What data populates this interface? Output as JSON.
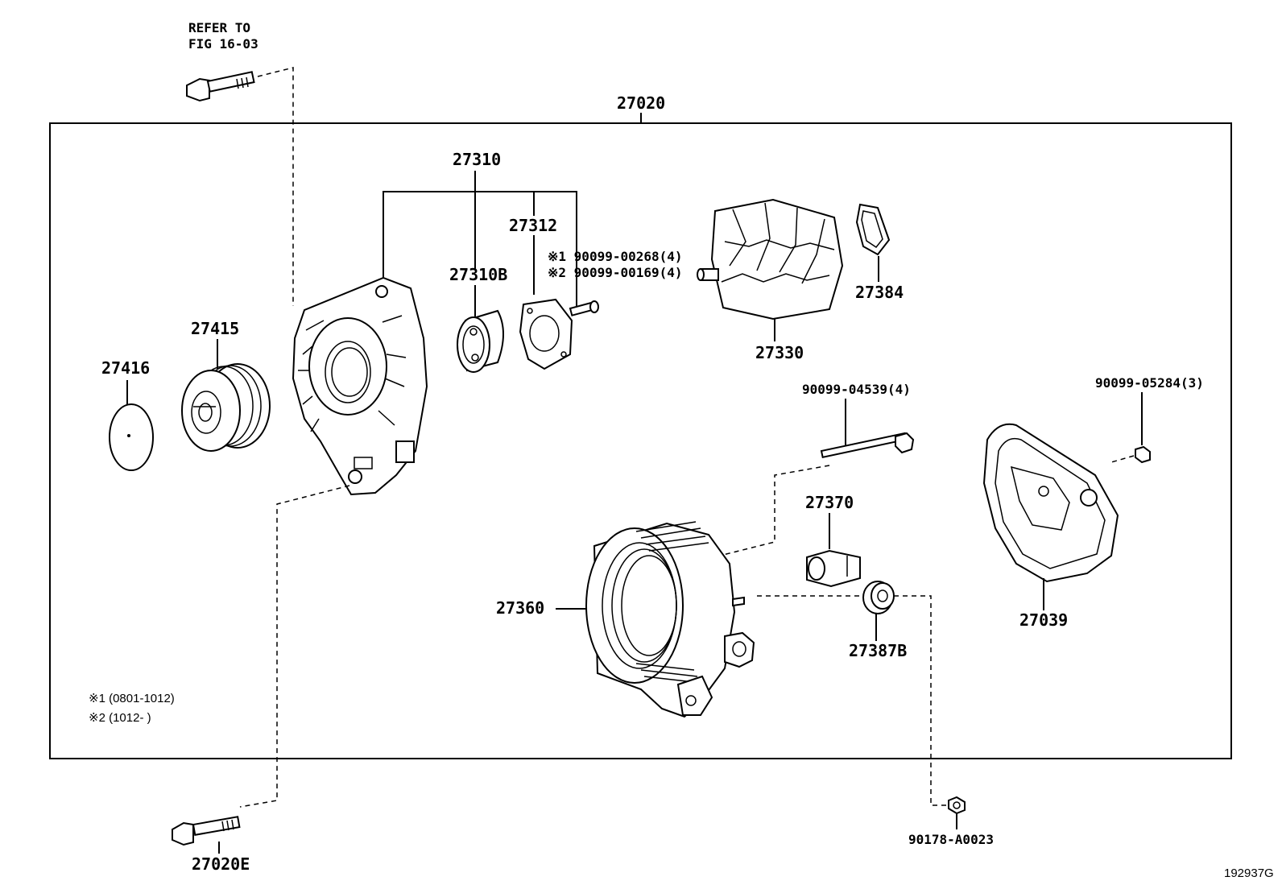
{
  "diagram": {
    "reference_note": [
      "REFER TO",
      "FIG 16-03"
    ],
    "assembly_number": "27020",
    "figure_id": "192937G",
    "parts": {
      "p27310": "27310",
      "p27312": "27312",
      "p27310B": "27310B",
      "p27330": "27330",
      "p27384": "27384",
      "p27415": "27415",
      "p27416": "27416",
      "p27370": "27370",
      "p27360": "27360",
      "p27387B": "27387B",
      "p27039": "27039",
      "p27020E": "27020E",
      "p90099_04539": "90099-04539(4)",
      "p90099_05284": "90099-05284(3)",
      "p90178": "90178-A0023"
    },
    "bolt_notes": {
      "line1": "※1 90099-00268(4)",
      "line2": "※2 90099-00169(4)"
    },
    "legend": {
      "line1": "※1 (0801-1012)",
      "line2": "※2 (1012-      )"
    }
  }
}
